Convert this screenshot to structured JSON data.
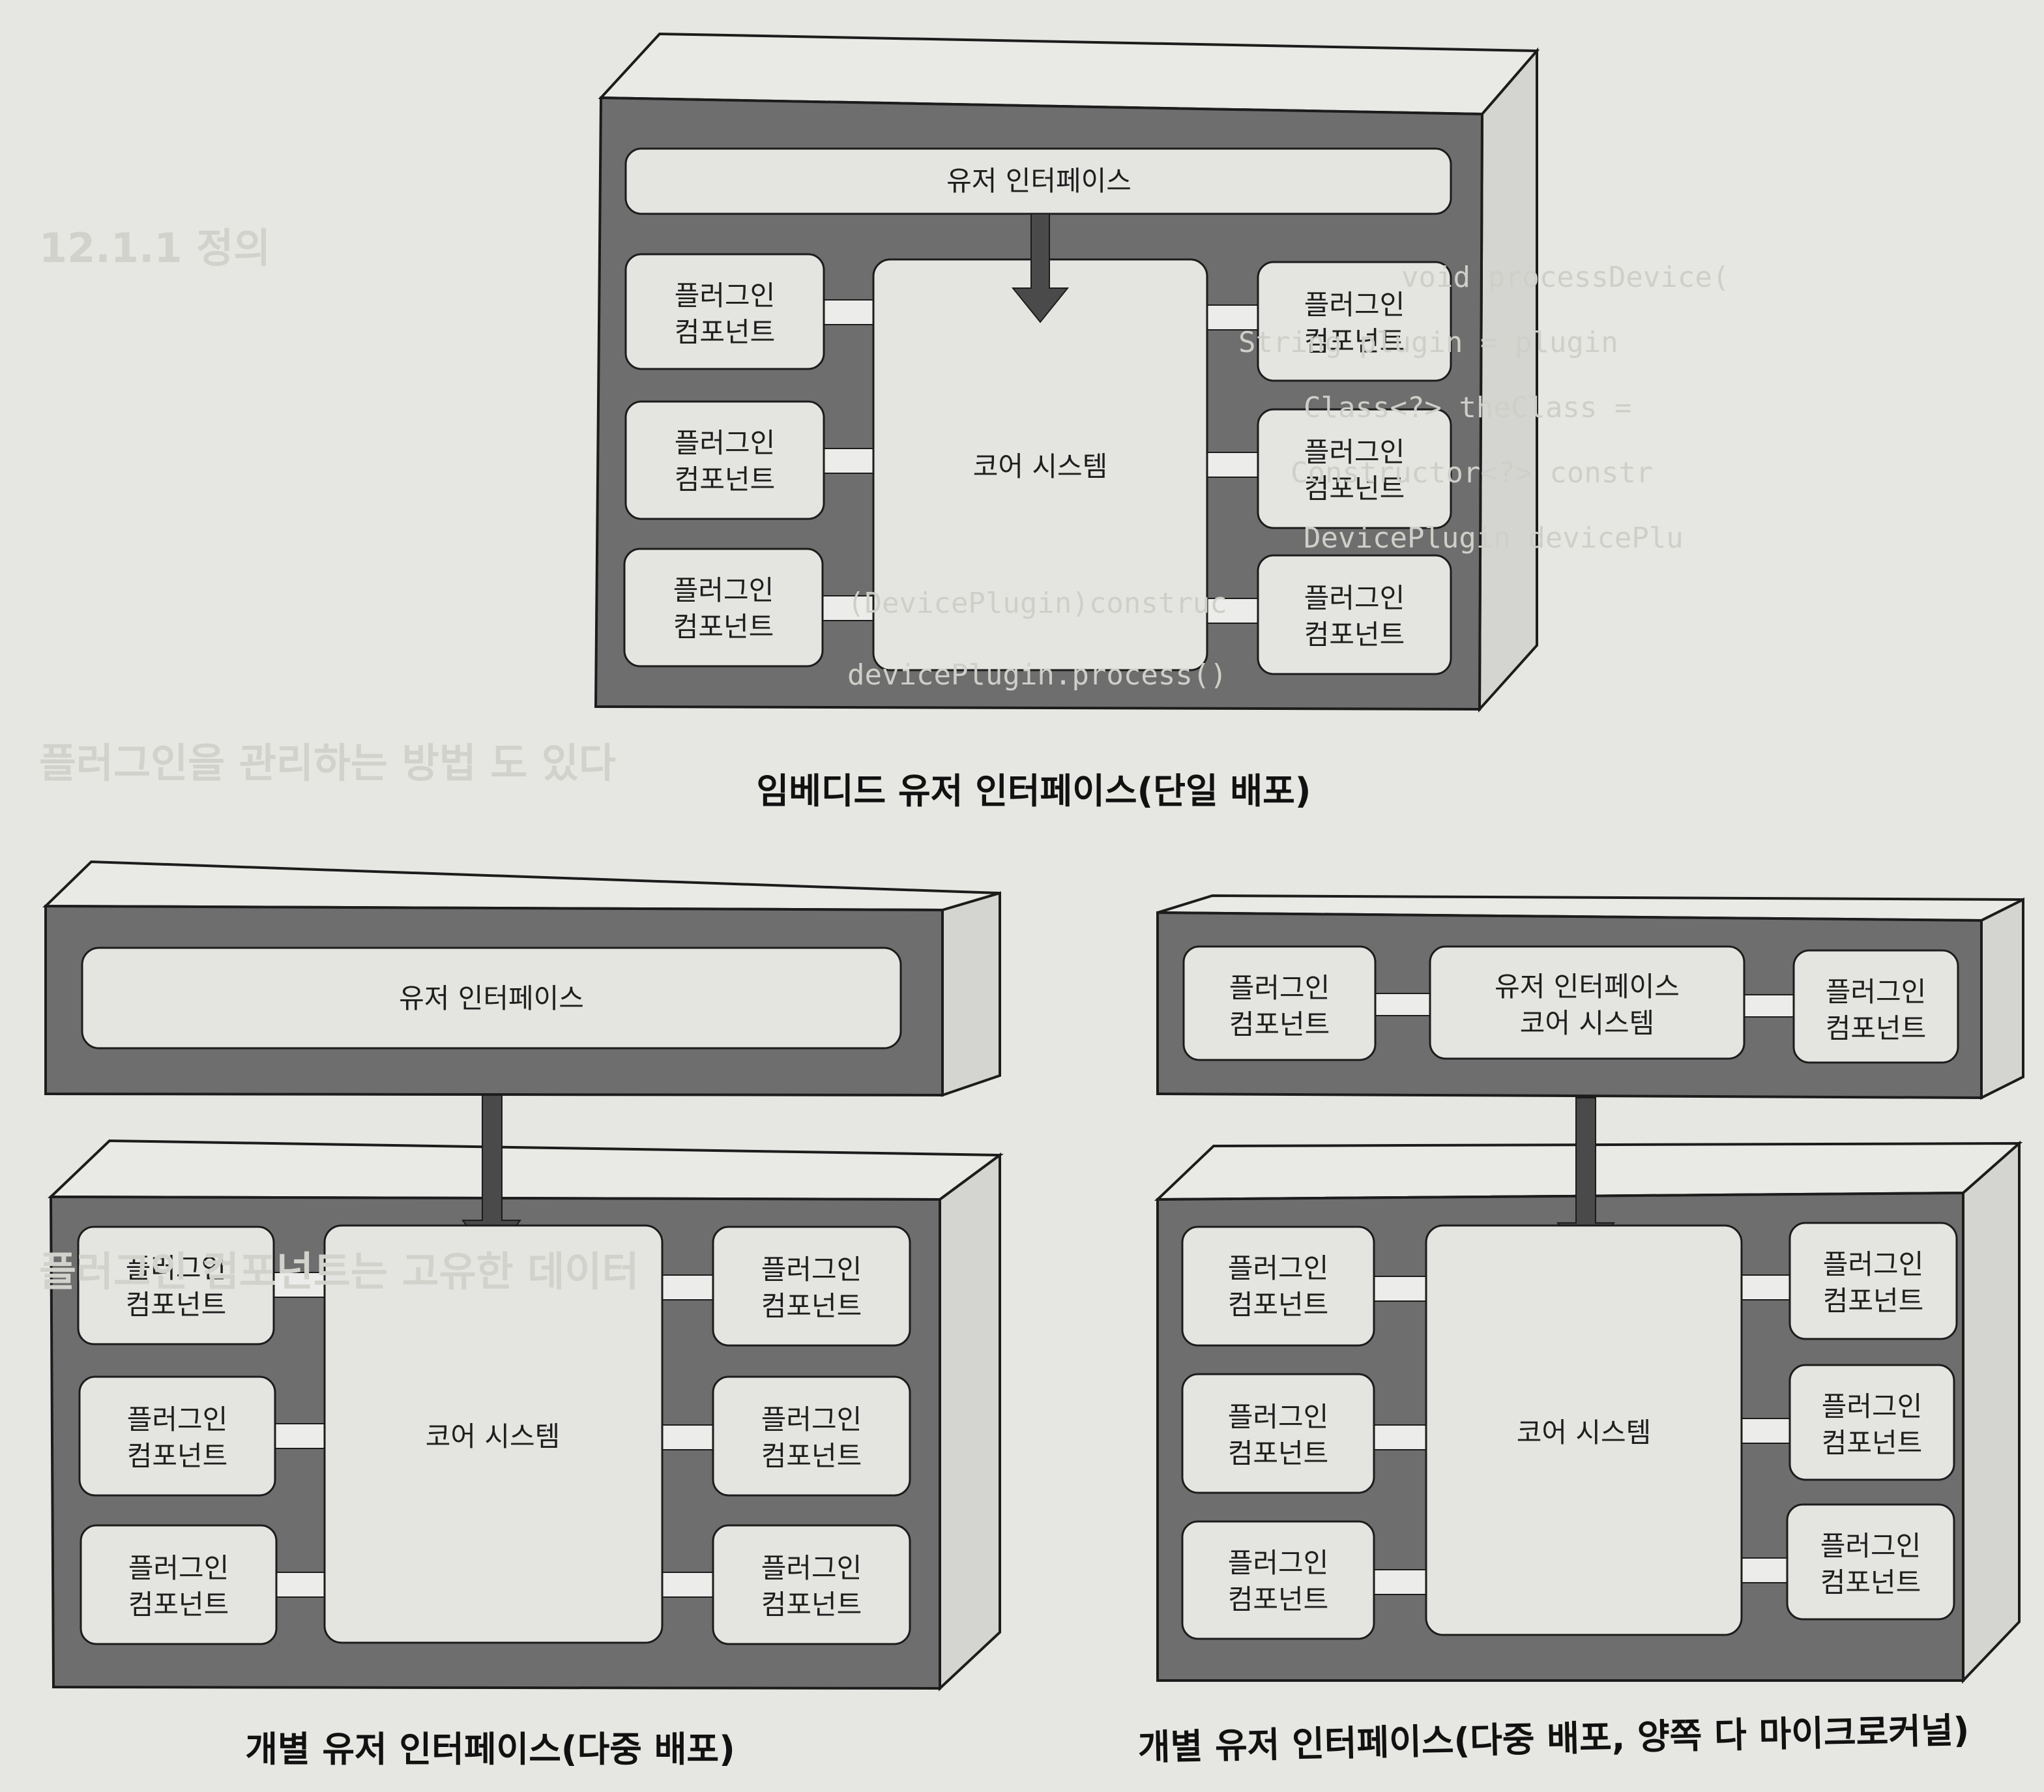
{
  "diagrams": {
    "embedded": {
      "caption": "임베디드 유저 인터페이스(단일 배포)",
      "ui_label": "유저 인터페이스",
      "core_label": "코어 시스템",
      "plugin_label_line1": "플러그인",
      "plugin_label_line2": "컴포넌트"
    },
    "separate": {
      "caption": "개별 유저 인터페이스(다중 배포)",
      "ui_label": "유저 인터페이스",
      "core_label": "코어 시스템",
      "plugin_label_line1": "플러그인",
      "plugin_label_line2": "컴포넌트"
    },
    "microkernel": {
      "caption": "개별 유저 인터페이스(다중 배포, 양쪽 다 마이크로커널)",
      "ui_core_line1": "유저 인터페이스",
      "ui_core_line2": "코어 시스템",
      "core_label": "코어 시스템",
      "plugin_label_line1": "플러그인",
      "plugin_label_line2": "컴포넌트"
    }
  },
  "colors": {
    "paper": "#e6e6e2",
    "front_face": "#6e6e6e",
    "component_fill": "#e4e4e1",
    "outline": "#1c1c1c"
  }
}
